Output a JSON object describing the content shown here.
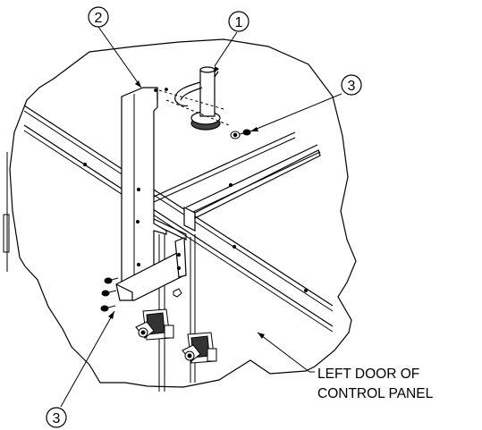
{
  "callouts": {
    "c1": "1",
    "c2": "2",
    "c3_top": "3",
    "c3_bottom": "3"
  },
  "annotation": {
    "line1": "LEFT DOOR OF",
    "line2": "CONTROL PANEL"
  },
  "colors": {
    "line": "#000000",
    "background": "#ffffff"
  }
}
